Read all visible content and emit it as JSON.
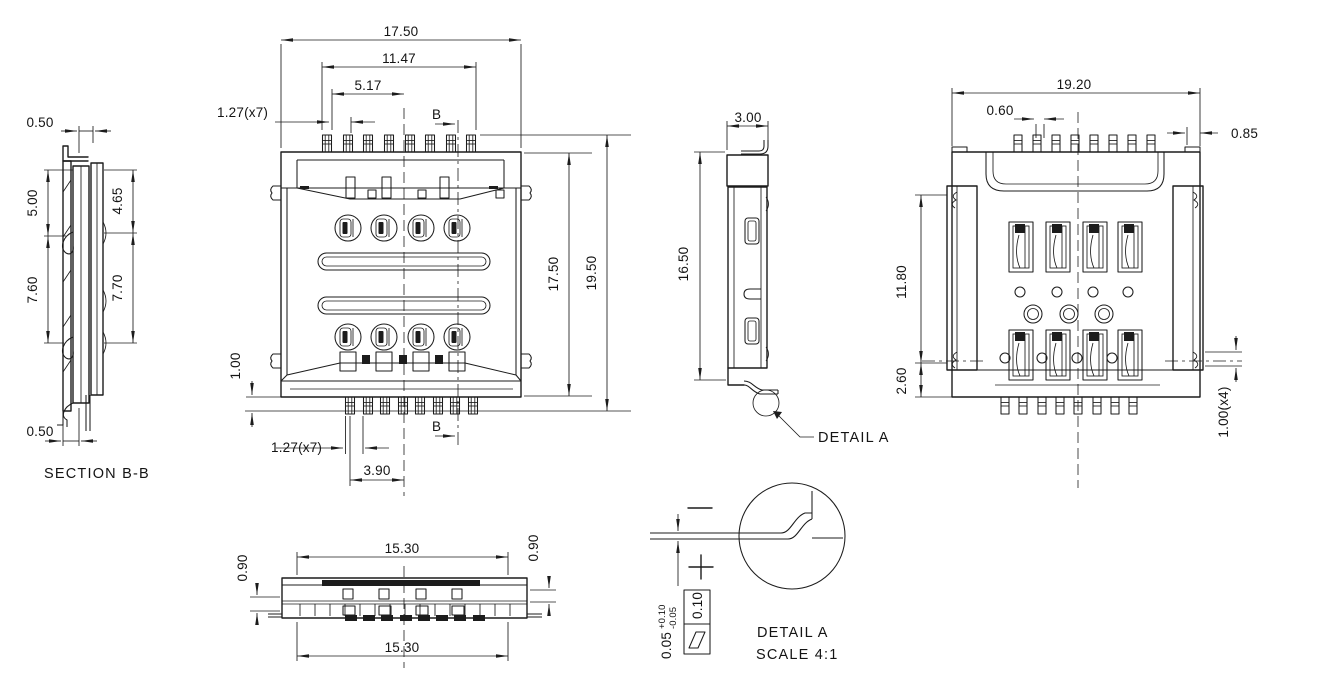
{
  "colors": {
    "line": "#1c1c1c",
    "background": "#ffffff"
  },
  "section_bb": {
    "label": "SECTION B-B",
    "dim_top": "0.50",
    "dim_bottom": "0.50",
    "dim_left_upper": "5.00",
    "dim_left_lower": "7.60",
    "dim_right_upper": "4.65",
    "dim_right_lower": "7.70"
  },
  "top_view": {
    "dim_overall_width": "17.50",
    "dim_pin_span": "11.47",
    "dim_pin_offset": "5.17",
    "dim_pitch_top": "1.27(x7)",
    "dim_pitch_bottom": "1.27(x7)",
    "section_mark_top": "B",
    "section_mark_bottom": "B",
    "dim_body_height": "17.50",
    "dim_overall_height": "19.50",
    "dim_standoff": "1.00",
    "dim_center_offset": "3.90"
  },
  "side_view": {
    "dim_width": "3.00",
    "dim_height": "16.50",
    "detail_callout": "DETAIL A"
  },
  "bottom_view": {
    "dim_overall_width": "19.20",
    "dim_pin_width": "0.60",
    "dim_edge": "0.85",
    "dim_contact_span": "11.80",
    "dim_bottom_edge": "2.60",
    "dim_foot_width": "1.00(x4)"
  },
  "front_view": {
    "dim_width_top": "15.30",
    "dim_width_bottom": "15.30",
    "dim_height_left": "0.90",
    "dim_height_right": "0.90"
  },
  "detail_a": {
    "title": "DETAIL A",
    "scale": "SCALE 4:1",
    "tol_base": "0.05",
    "tol_plus": "+0.10",
    "tol_minus": "-0.05",
    "flatness_value": "0.10"
  }
}
